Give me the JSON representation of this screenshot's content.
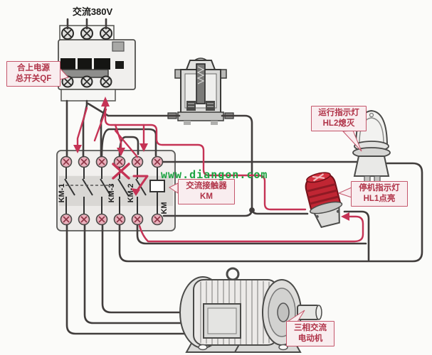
{
  "diagram": {
    "power_label": "交流380V",
    "watermark": "www.diangon.com",
    "callouts": {
      "breaker": {
        "line1": "合上电源",
        "line2": "总开关QF"
      },
      "contactor": {
        "line1": "交流接触器",
        "line2": "KM"
      },
      "run_lamp": {
        "line1": "运行指示灯",
        "line2": "HL2熄灭"
      },
      "stop_lamp": {
        "line1": "停机指示灯",
        "line2": "HL1点亮"
      },
      "motor": {
        "line1": "三相交流",
        "line2": "电动机"
      }
    },
    "contactor_labels": {
      "pole_main": "KM-1",
      "pole_no": "KM-3",
      "pole_nc": "KM-2",
      "coil": "KM"
    },
    "colors": {
      "wire": "#413d3c",
      "flow": "#c53355",
      "label_border": "#c4566b",
      "label_bg": "#f9edef",
      "label_text": "#b03348",
      "watermark_green": "#1ca342",
      "lamp_red": "#c02633"
    }
  }
}
